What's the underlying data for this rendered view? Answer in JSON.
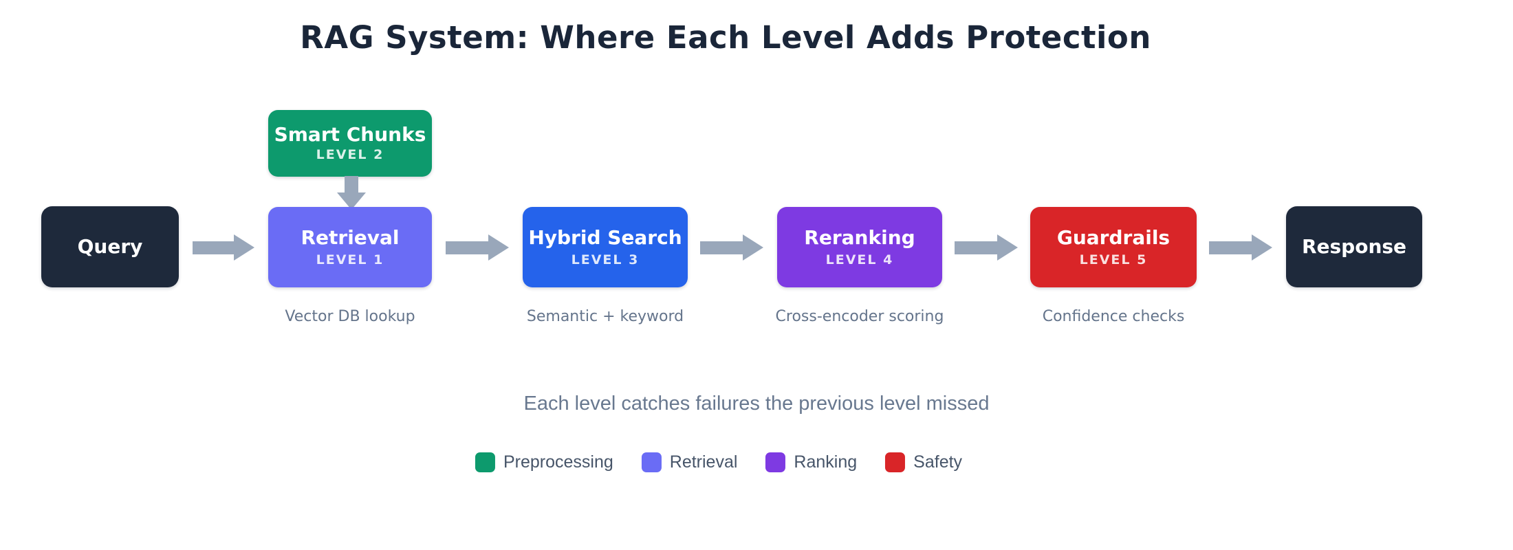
{
  "title": "RAG System: Where Each Level Adds Protection",
  "flow": {
    "start": {
      "label": "Query"
    },
    "branch": {
      "label": "Smart Chunks",
      "level": "LEVEL 2",
      "color": "#0d9a6d"
    },
    "stages": [
      {
        "label": "Retrieval",
        "level": "LEVEL 1",
        "color": "#6a6cf5",
        "note": "Vector DB lookup"
      },
      {
        "label": "Hybrid Search",
        "level": "LEVEL 3",
        "color": "#2563eb",
        "note": "Semantic + keyword"
      },
      {
        "label": "Reranking",
        "level": "LEVEL 4",
        "color": "#7e3ae2",
        "note": "Cross-encoder scoring"
      },
      {
        "label": "Guardrails",
        "level": "LEVEL 5",
        "color": "#d92528",
        "note": "Confidence checks"
      }
    ],
    "end": {
      "label": "Response"
    }
  },
  "caption": "Each level catches failures the previous level missed",
  "legend": [
    {
      "label": "Preprocessing",
      "color": "#0d9a6d"
    },
    {
      "label": "Retrieval",
      "color": "#6a6cf5"
    },
    {
      "label": "Ranking",
      "color": "#7e3ae2"
    },
    {
      "label": "Safety",
      "color": "#d92528"
    }
  ],
  "colors": {
    "node_dark": "#1e293b",
    "arrow": "#99a7ba",
    "title_text": "#1a2639",
    "note_text": "#64748b",
    "caption_text": "#68788f",
    "legend_text": "#475569",
    "background": "#ffffff"
  }
}
